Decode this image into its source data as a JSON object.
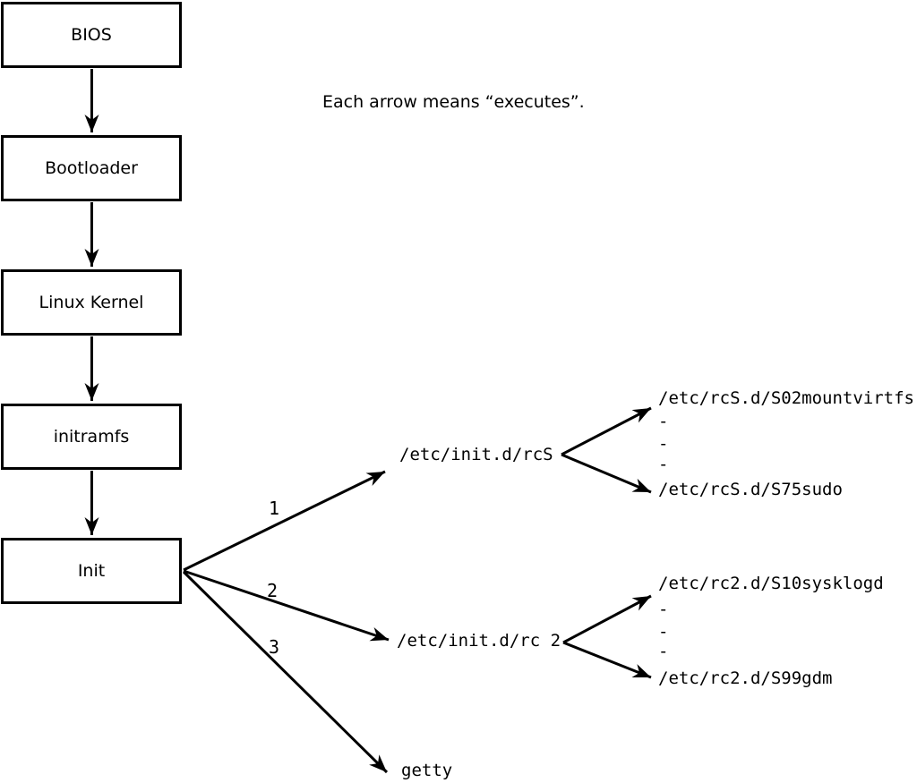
{
  "note": "Each arrow means “executes”.",
  "chain": [
    {
      "label": "BIOS"
    },
    {
      "label": "Bootloader"
    },
    {
      "label": "Linux Kernel"
    },
    {
      "label": "initramfs"
    },
    {
      "label": "Init"
    }
  ],
  "branches": [
    {
      "number": "1",
      "target": "/etc/init.d/rcS",
      "children": [
        "/etc/rcS.d/S02mountvirtfs",
        "-",
        "-",
        "-",
        "/etc/rcS.d/S75sudo"
      ]
    },
    {
      "number": "2",
      "target": "/etc/init.d/rc 2",
      "children": [
        "/etc/rc2.d/S10sysklogd",
        "-",
        "-",
        "-",
        "/etc/rc2.d/S99gdm"
      ]
    },
    {
      "number": "3",
      "target": "getty",
      "children": []
    }
  ],
  "colors": {
    "background": "#ffffff",
    "line": "#000000",
    "text": "#000000"
  }
}
